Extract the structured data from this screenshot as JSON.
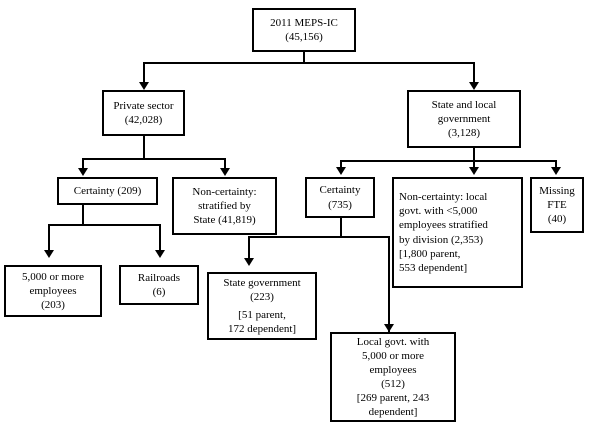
{
  "diagram": {
    "title": "MEPS-IC 2011 sample design flowchart",
    "nodes": [
      {
        "id": "root",
        "name": "meps-ic-root",
        "lines": [
          "2011 MEPS-IC",
          "(45,156)"
        ]
      },
      {
        "id": "private",
        "name": "private-sector",
        "lines": [
          "Private sector",
          "(42,028)"
        ]
      },
      {
        "id": "govt",
        "name": "state-and-local-government",
        "lines": [
          "State and local",
          "government",
          "(3,128)"
        ]
      },
      {
        "id": "priv-certainty",
        "name": "private-certainty",
        "lines": [
          "Certainty (209)"
        ]
      },
      {
        "id": "priv-noncertainty",
        "name": "private-non-certainty",
        "lines": [
          "Non-certainty:",
          "stratified by",
          "State (41,819)"
        ]
      },
      {
        "id": "govt-certainty",
        "name": "government-certainty",
        "lines": [
          "Certainty",
          "(735)"
        ]
      },
      {
        "id": "govt-noncertainty",
        "name": "government-non-certainty",
        "lines": [
          "Non-certainty: local",
          "govt. with <5,000",
          "employees stratified",
          "by division (2,353)",
          "[1,800 parent,",
          "553 dependent]"
        ]
      },
      {
        "id": "missing-fte",
        "name": "missing-fte",
        "lines": [
          "Missing",
          "FTE",
          "(40)"
        ]
      },
      {
        "id": "large-employers",
        "name": "private-5000-or-more-employees",
        "lines": [
          "5,000 or more",
          "employees",
          "(203)"
        ]
      },
      {
        "id": "railroads",
        "name": "railroads",
        "lines": [
          "Railroads",
          "(6)"
        ]
      },
      {
        "id": "state-government",
        "name": "state-government",
        "lines": [
          "State government",
          "(223)",
          "[51 parent,",
          "172 dependent]"
        ]
      },
      {
        "id": "local-government",
        "name": "local-government-5000-or-more",
        "lines": [
          "Local govt. with",
          "5,000 or more",
          "employees",
          "(512)",
          "[269 parent, 243",
          "dependent]"
        ]
      }
    ]
  }
}
